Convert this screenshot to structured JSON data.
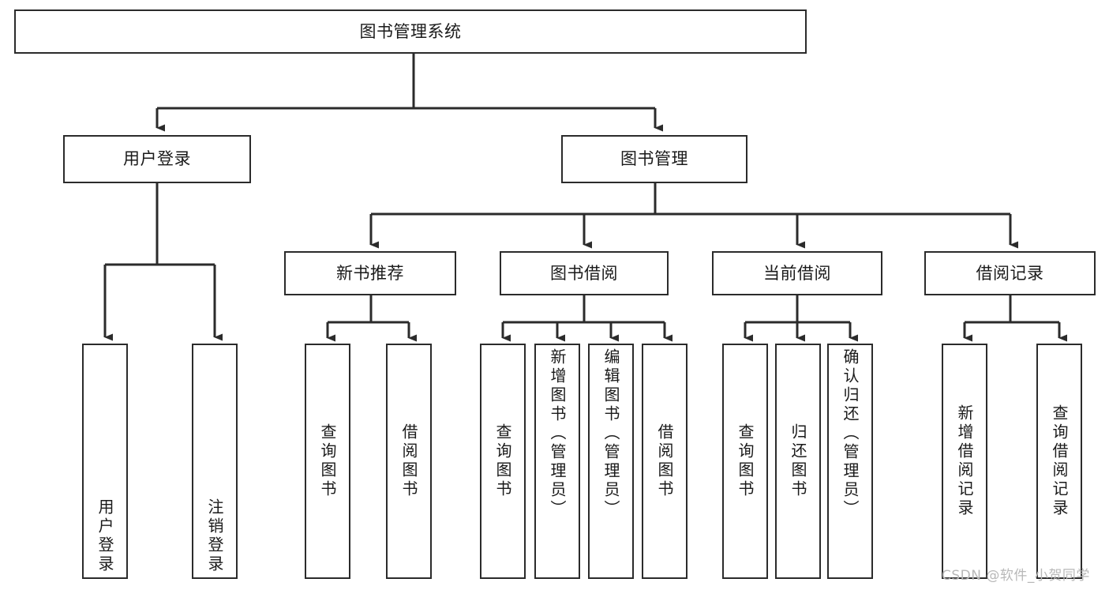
{
  "diagram": {
    "type": "tree-hierarchy-chart",
    "title": "图书管理系统",
    "watermark": "CSDN @软件_小贺同学",
    "colors": {
      "background": "#ffffff",
      "stroke": "#2b2b2b",
      "text": "#1a1a1a",
      "watermark": "#b8b8b8"
    },
    "levels": {
      "root": "图书管理系统",
      "level2": [
        "用户登录",
        "图书管理"
      ],
      "level3": [
        "新书推荐",
        "图书借阅",
        "当前借阅",
        "借阅记录"
      ]
    },
    "nodes": {
      "root": {
        "label": "图书管理系统"
      },
      "user_login": {
        "label": "用户登录"
      },
      "book_admin": {
        "label": "图书管理"
      },
      "new_book_rec": {
        "label": "新书推荐"
      },
      "book_borrow": {
        "label": "图书借阅"
      },
      "current_borrow": {
        "label": "当前借阅"
      },
      "borrow_record": {
        "label": "借阅记录"
      },
      "leaf_user_login": {
        "label": "用户登录"
      },
      "leaf_user_logout": {
        "label": "注销登录"
      },
      "leaf_rec_query": {
        "label": "查询图书"
      },
      "leaf_rec_borrow": {
        "label": "借阅图书"
      },
      "leaf_borrow_query": {
        "label": "查询图书"
      },
      "leaf_borrow_add": {
        "label": "新增图书（管理员）"
      },
      "leaf_borrow_edit": {
        "label": "编辑图书（管理员）"
      },
      "leaf_borrow_do": {
        "label": "借阅图书"
      },
      "leaf_current_query": {
        "label": "查询图书"
      },
      "leaf_current_return": {
        "label": "归还图书"
      },
      "leaf_current_confirm": {
        "label": "确认归还（管理员）"
      },
      "leaf_record_add": {
        "label": "新增借阅记录"
      },
      "leaf_record_query": {
        "label": "查询借阅记录"
      }
    },
    "edges": [
      {
        "from": "root",
        "to": "user_login"
      },
      {
        "from": "root",
        "to": "book_admin"
      },
      {
        "from": "user_login",
        "to": "leaf_user_login"
      },
      {
        "from": "user_login",
        "to": "leaf_user_logout"
      },
      {
        "from": "book_admin",
        "to": "new_book_rec"
      },
      {
        "from": "book_admin",
        "to": "book_borrow"
      },
      {
        "from": "book_admin",
        "to": "current_borrow"
      },
      {
        "from": "book_admin",
        "to": "borrow_record"
      },
      {
        "from": "new_book_rec",
        "to": "leaf_rec_query"
      },
      {
        "from": "new_book_rec",
        "to": "leaf_rec_borrow"
      },
      {
        "from": "book_borrow",
        "to": "leaf_borrow_query"
      },
      {
        "from": "book_borrow",
        "to": "leaf_borrow_add"
      },
      {
        "from": "book_borrow",
        "to": "leaf_borrow_edit"
      },
      {
        "from": "book_borrow",
        "to": "leaf_borrow_do"
      },
      {
        "from": "current_borrow",
        "to": "leaf_current_query"
      },
      {
        "from": "current_borrow",
        "to": "leaf_current_return"
      },
      {
        "from": "current_borrow",
        "to": "leaf_current_confirm"
      },
      {
        "from": "borrow_record",
        "to": "leaf_record_add"
      },
      {
        "from": "borrow_record",
        "to": "leaf_record_query"
      }
    ]
  }
}
